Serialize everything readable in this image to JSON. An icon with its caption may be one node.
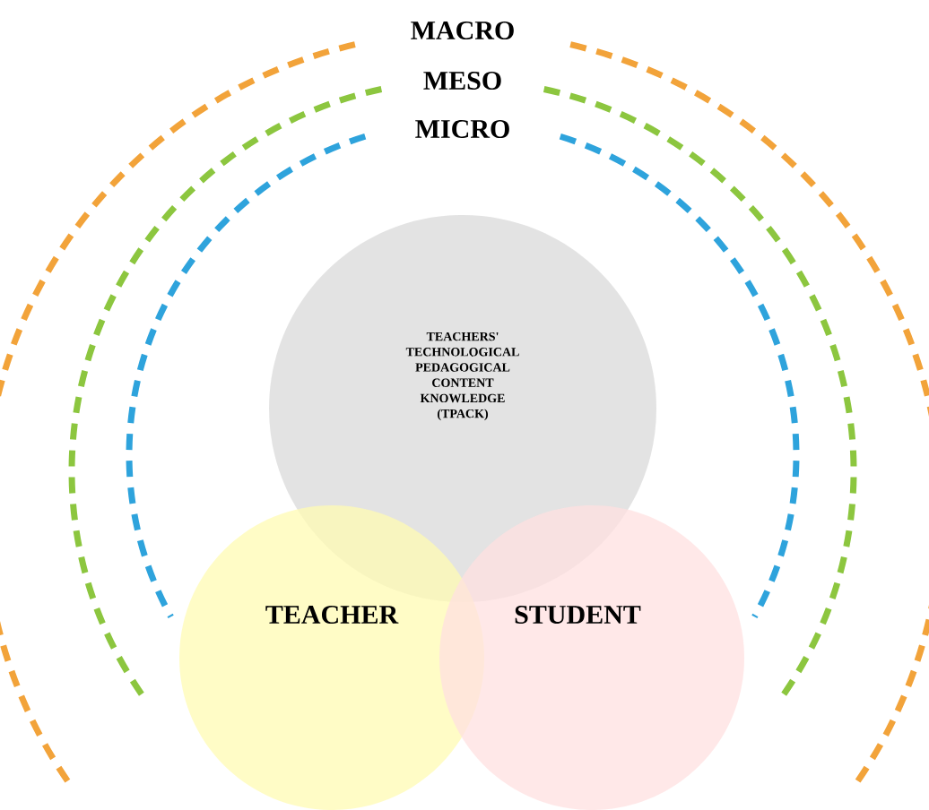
{
  "diagram": {
    "nodes": [
      {
        "text": [
          "TEACHERS' TECHNOLOGICAL PEDAGOGICAL CONTENT KNOWLEDGE (TPACK)"
        ]
      },
      {
        "text": [
          "TEACHER"
        ]
      },
      {
        "text": [
          "STUDENT"
        ]
      }
    ],
    "labels": [
      "MACRO",
      "MESO",
      "MICRO"
    ]
  }
}
